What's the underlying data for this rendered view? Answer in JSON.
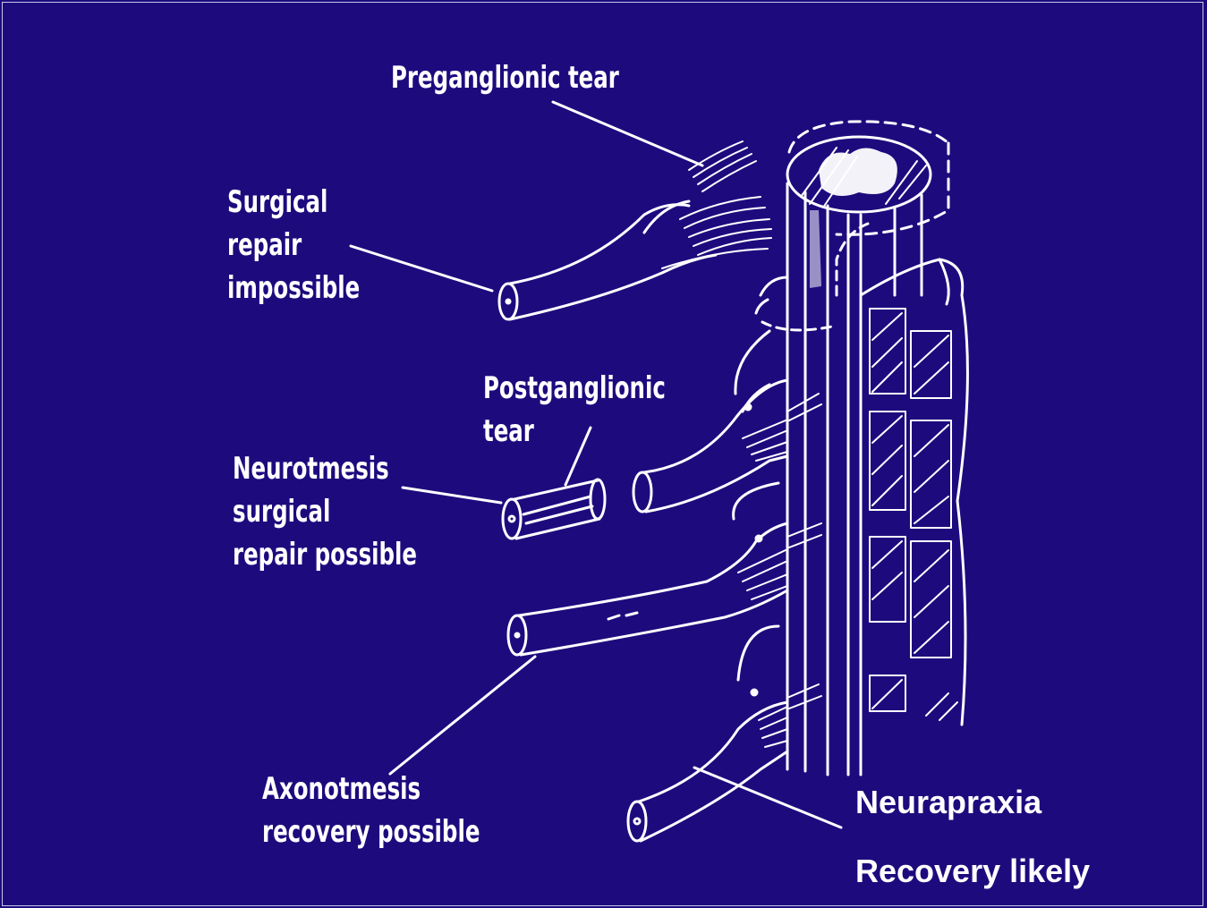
{
  "colors": {
    "background": "#1d0b7e",
    "ink": "#ffffff"
  },
  "labels": {
    "preganglionic": "Preganglionic tear",
    "surgical_repair": [
      "Surgical",
      "repair",
      "impossible"
    ],
    "postganglionic": [
      "Postganglionic",
      "tear"
    ],
    "neurotmesis": [
      "Neurotmesis",
      "surgical",
      "repair possible"
    ],
    "axonotmesis": [
      "Axonotmesis",
      "recovery possible"
    ],
    "neurapraxia": "Neurapraxia",
    "recovery_likely": "Recovery likely"
  }
}
